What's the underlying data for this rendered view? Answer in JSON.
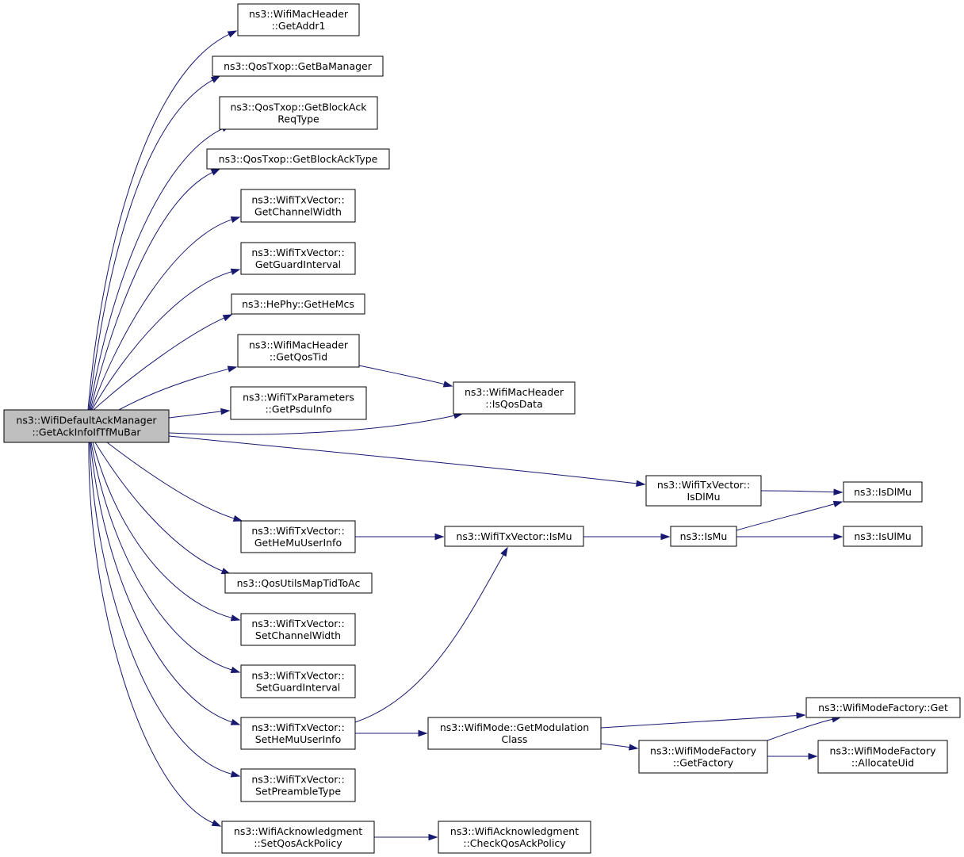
{
  "diagram": {
    "nodes": [
      {
        "id": "root",
        "lines": [
          "ns3::WifiDefaultAckManager",
          "::GetAckInfoIfTfMuBar"
        ],
        "highlighted": true
      },
      {
        "id": "getaddr1",
        "lines": [
          "ns3::WifiMacHeader",
          "::GetAddr1"
        ]
      },
      {
        "id": "getbamanager",
        "lines": [
          "ns3::QosTxop::GetBaManager"
        ]
      },
      {
        "id": "getbarqtype",
        "lines": [
          "ns3::QosTxop::GetBlockAck",
          "ReqType"
        ]
      },
      {
        "id": "getbatype",
        "lines": [
          "ns3::QosTxop::GetBlockAckType"
        ]
      },
      {
        "id": "getchannelwidth",
        "lines": [
          "ns3::WifiTxVector::",
          "GetChannelWidth"
        ]
      },
      {
        "id": "getguardinterval",
        "lines": [
          "ns3::WifiTxVector::",
          "GetGuardInterval"
        ]
      },
      {
        "id": "gethemcs",
        "lines": [
          "ns3::HePhy::GetHeMcs"
        ]
      },
      {
        "id": "getqostid",
        "lines": [
          "ns3::WifiMacHeader",
          "::GetQosTid"
        ]
      },
      {
        "id": "getpsduinfo",
        "lines": [
          "ns3::WifiTxParameters",
          "::GetPsduInfo"
        ]
      },
      {
        "id": "isqosdata",
        "lines": [
          "ns3::WifiMacHeader",
          "::IsQosData"
        ]
      },
      {
        "id": "vec_isdlmu",
        "lines": [
          "ns3::WifiTxVector::",
          "IsDlMu"
        ]
      },
      {
        "id": "isdlmu",
        "lines": [
          "ns3::IsDlMu"
        ]
      },
      {
        "id": "gethemuuserinfo",
        "lines": [
          "ns3::WifiTxVector::",
          "GetHeMuUserInfo"
        ]
      },
      {
        "id": "vec_ismu",
        "lines": [
          "ns3::WifiTxVector::IsMu"
        ]
      },
      {
        "id": "ismu",
        "lines": [
          "ns3::IsMu"
        ]
      },
      {
        "id": "isulmu",
        "lines": [
          "ns3::IsUlMu"
        ]
      },
      {
        "id": "qosmaptid",
        "lines": [
          "ns3::QosUtilsMapTidToAc"
        ]
      },
      {
        "id": "setchannelwidth",
        "lines": [
          "ns3::WifiTxVector::",
          "SetChannelWidth"
        ]
      },
      {
        "id": "setguardinterval",
        "lines": [
          "ns3::WifiTxVector::",
          "SetGuardInterval"
        ]
      },
      {
        "id": "sethemuuserinfo",
        "lines": [
          "ns3::WifiTxVector::",
          "SetHeMuUserInfo"
        ]
      },
      {
        "id": "getmodclass",
        "lines": [
          "ns3::WifiMode::GetModulation",
          "Class"
        ]
      },
      {
        "id": "modfactoryget",
        "lines": [
          "ns3::WifiModeFactory::Get"
        ]
      },
      {
        "id": "getfactory",
        "lines": [
          "ns3::WifiModeFactory",
          "::GetFactory"
        ]
      },
      {
        "id": "allocateuid",
        "lines": [
          "ns3::WifiModeFactory",
          "::AllocateUid"
        ]
      },
      {
        "id": "setpreambletype",
        "lines": [
          "ns3::WifiTxVector::",
          "SetPreambleType"
        ]
      },
      {
        "id": "setqosackpolicy",
        "lines": [
          "ns3::WifiAcknowledgment",
          "::SetQosAckPolicy"
        ]
      },
      {
        "id": "checkqosackpolicy",
        "lines": [
          "ns3::WifiAcknowledgment",
          "::CheckQosAckPolicy"
        ]
      }
    ],
    "edges": [
      {
        "from": "root",
        "to": "getaddr1"
      },
      {
        "from": "root",
        "to": "getbamanager"
      },
      {
        "from": "root",
        "to": "getbarqtype"
      },
      {
        "from": "root",
        "to": "getbatype"
      },
      {
        "from": "root",
        "to": "getchannelwidth"
      },
      {
        "from": "root",
        "to": "getguardinterval"
      },
      {
        "from": "root",
        "to": "gethemcs"
      },
      {
        "from": "root",
        "to": "getqostid"
      },
      {
        "from": "root",
        "to": "getpsduinfo"
      },
      {
        "from": "root",
        "to": "isqosdata"
      },
      {
        "from": "root",
        "to": "vec_isdlmu"
      },
      {
        "from": "root",
        "to": "gethemuuserinfo"
      },
      {
        "from": "root",
        "to": "qosmaptid"
      },
      {
        "from": "root",
        "to": "setchannelwidth"
      },
      {
        "from": "root",
        "to": "setguardinterval"
      },
      {
        "from": "root",
        "to": "sethemuuserinfo"
      },
      {
        "from": "root",
        "to": "setpreambletype"
      },
      {
        "from": "root",
        "to": "setqosackpolicy"
      },
      {
        "from": "getqostid",
        "to": "isqosdata"
      },
      {
        "from": "vec_isdlmu",
        "to": "isdlmu"
      },
      {
        "from": "gethemuuserinfo",
        "to": "vec_ismu"
      },
      {
        "from": "vec_ismu",
        "to": "ismu"
      },
      {
        "from": "ismu",
        "to": "isdlmu"
      },
      {
        "from": "ismu",
        "to": "isulmu"
      },
      {
        "from": "sethemuuserinfo",
        "to": "vec_ismu"
      },
      {
        "from": "sethemuuserinfo",
        "to": "getmodclass"
      },
      {
        "from": "getmodclass",
        "to": "modfactoryget"
      },
      {
        "from": "getmodclass",
        "to": "getfactory"
      },
      {
        "from": "getfactory",
        "to": "modfactoryget"
      },
      {
        "from": "getfactory",
        "to": "allocateuid"
      },
      {
        "from": "setqosackpolicy",
        "to": "checkqosackpolicy"
      }
    ]
  }
}
